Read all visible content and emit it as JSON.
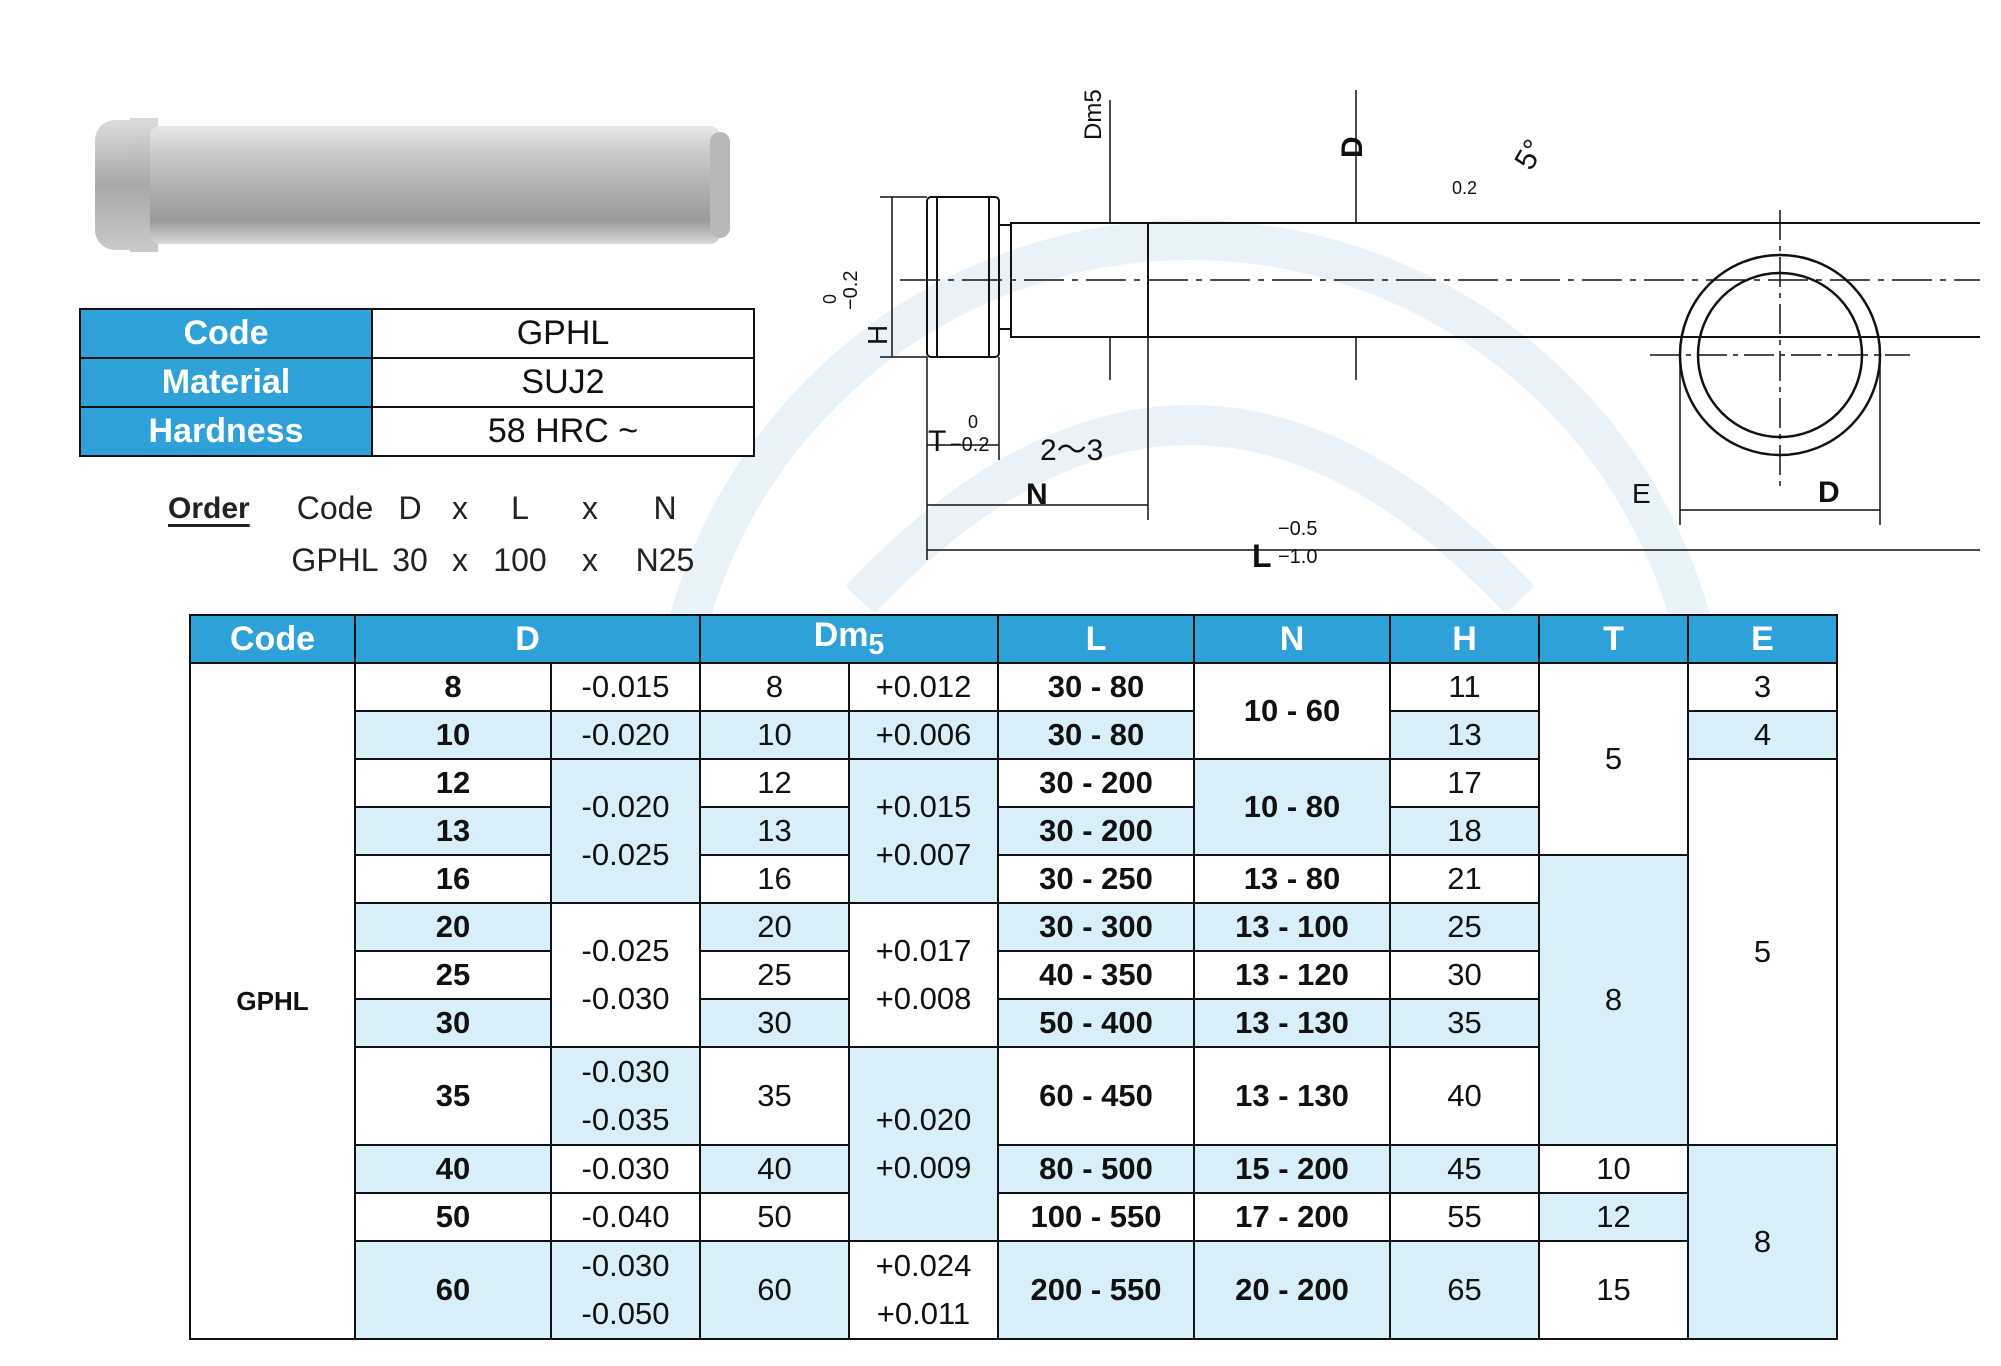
{
  "spec": {
    "rows": [
      {
        "label": "Code",
        "value": "GPHL"
      },
      {
        "label": "Material",
        "value": "SUJ2"
      },
      {
        "label": "Hardness",
        "value": "58 HRC ~"
      }
    ]
  },
  "order": {
    "label": "Order",
    "header": [
      "Code",
      "D",
      "x",
      "L",
      "x",
      "N"
    ],
    "example": [
      "GPHL",
      "30",
      "x",
      "100",
      "x",
      "N25"
    ]
  },
  "drawing": {
    "dm5": "Dm5",
    "d_top": "D",
    "angle": "5°",
    "rough": "0.2",
    "h_label": "H",
    "h_tol_up": "0",
    "h_tol_dn": "−0.2",
    "t_label": "T",
    "t_tol_up": "0",
    "t_tol_dn": "−0.2",
    "gap": "2～3",
    "n": "N",
    "l": "L",
    "l_tol_up": "−0.5",
    "l_tol_dn": "−1.0",
    "e": "E",
    "d_end": "D"
  },
  "table": {
    "headers": {
      "code": "Code",
      "d": "D",
      "dm5_main": "Dm",
      "dm5_sub": "5",
      "l": "L",
      "n": "N",
      "h": "H",
      "t": "T",
      "e": "E"
    },
    "code": "GPHL",
    "d": [
      "8",
      "10",
      "12",
      "13",
      "16",
      "20",
      "25",
      "30",
      "35",
      "40",
      "50",
      "60"
    ],
    "dtol": [
      {
        "a": "-0.015"
      },
      {
        "a": "-0.020"
      },
      {
        "a": "-0.020",
        "b": "-0.025"
      },
      {
        "a": "-0.025",
        "b": "-0.030"
      },
      {
        "a": "-0.030",
        "b": "-0.035"
      },
      {
        "a": "-0.030"
      },
      {
        "a": "-0.040"
      },
      {
        "a": "-0.030",
        "b": "-0.050"
      }
    ],
    "dm": [
      "8",
      "10",
      "12",
      "13",
      "16",
      "20",
      "25",
      "30",
      "35",
      "40",
      "50",
      "60"
    ],
    "dmtol": [
      {
        "a": "+0.012"
      },
      {
        "a": "+0.006"
      },
      {
        "a": "+0.015",
        "b": "+0.007"
      },
      {
        "a": "+0.017",
        "b": "+0.008"
      },
      {
        "a": "+0.020",
        "b": "+0.009"
      },
      {
        "a": "+0.024",
        "b": "+0.011"
      }
    ],
    "l": [
      "30 - 80",
      "30 - 80",
      "30 - 200",
      "30 - 200",
      "30 - 250",
      "30 - 300",
      "40 - 350",
      "50 - 400",
      "60 - 450",
      "80 - 500",
      "100 - 550",
      "200 - 550"
    ],
    "n": [
      "10 - 60",
      "10 - 80",
      "13 - 80",
      "13 - 100",
      "13 - 120",
      "13 - 130",
      "13 - 130",
      "15 - 200",
      "17 - 200",
      "20 - 200"
    ],
    "h": [
      "11",
      "13",
      "17",
      "18",
      "21",
      "25",
      "30",
      "35",
      "40",
      "45",
      "55",
      "65"
    ],
    "t": [
      "5",
      "8",
      "10",
      "12",
      "15"
    ],
    "e": [
      "3",
      "4",
      "5",
      "8"
    ]
  }
}
